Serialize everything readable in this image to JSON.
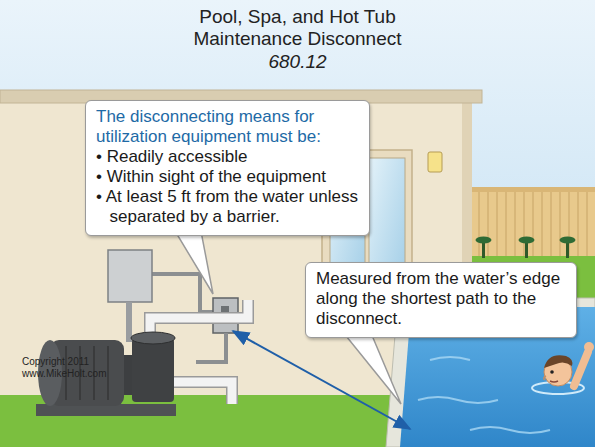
{
  "diagram": {
    "title": "Pool, Spa, and Hot Tub Maintenance Disconnect",
    "nodes": [
      {
        "text": [
          "The disconnecting means for utilization equipment must be:",
          "• Readily accessible",
          "• Within sight of the equipment",
          "• At least 5 ft from the water unless separated by a barrier."
        ]
      },
      {
        "text": [
          "Measured from the water’s edge along the shortest path to the disconnect."
        ]
      }
    ],
    "labels": [
      "680.12",
      "Copyright 2011",
      "www.MikeHolt.com"
    ]
  }
}
